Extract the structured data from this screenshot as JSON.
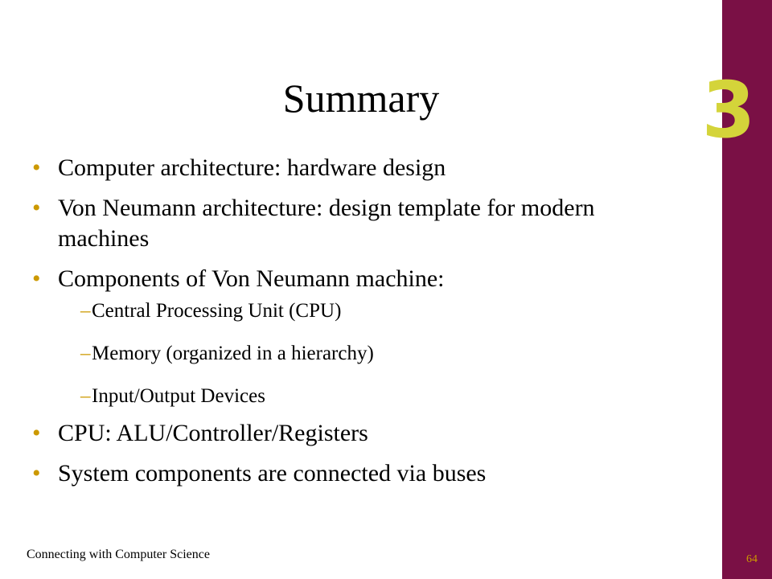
{
  "slide": {
    "title": "Summary",
    "chapter_number": "3",
    "bullets": [
      {
        "text": "Computer architecture: hardware design"
      },
      {
        "text": "Von Neumann architecture: design template for modern machines"
      },
      {
        "text": "Components of Von Neumann machine:",
        "sub": [
          "Central Processing Unit (CPU)",
          "Memory (organized in a hierarchy)",
          "Input/Output Devices"
        ]
      },
      {
        "text": "CPU: ALU/Controller/Registers"
      },
      {
        "text": "System components are connected via buses"
      }
    ],
    "bullet_marker": "•",
    "dash_marker": "–",
    "footer_text": "Connecting with Computer Science",
    "page_number": "64"
  },
  "colors": {
    "sidebar": "#7a1045",
    "chapter_number": "#d4d43a",
    "bullet_accent": "#cc9900"
  }
}
